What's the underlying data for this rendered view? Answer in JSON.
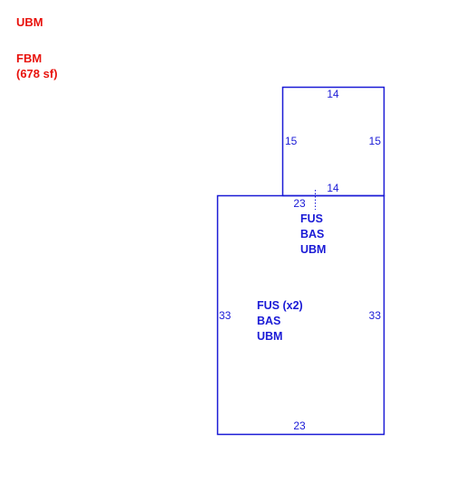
{
  "legend": {
    "ubm": "UBM",
    "fbm": "FBM",
    "fbm_area": "(678 sf)"
  },
  "colors": {
    "outline": "#1a1ad6",
    "legend_text": "#e8120c",
    "background": "#ffffff"
  },
  "upper_room": {
    "dim_top": "14",
    "dim_bottom": "14",
    "dim_left": "15",
    "dim_right": "15",
    "codes": [
      "FUS",
      "BAS",
      "UBM"
    ]
  },
  "lower_room": {
    "dim_top": "23",
    "dim_bottom": "23",
    "dim_left": "33",
    "dim_right": "33",
    "codes": [
      "FUS (x2)",
      "BAS",
      "UBM"
    ]
  }
}
